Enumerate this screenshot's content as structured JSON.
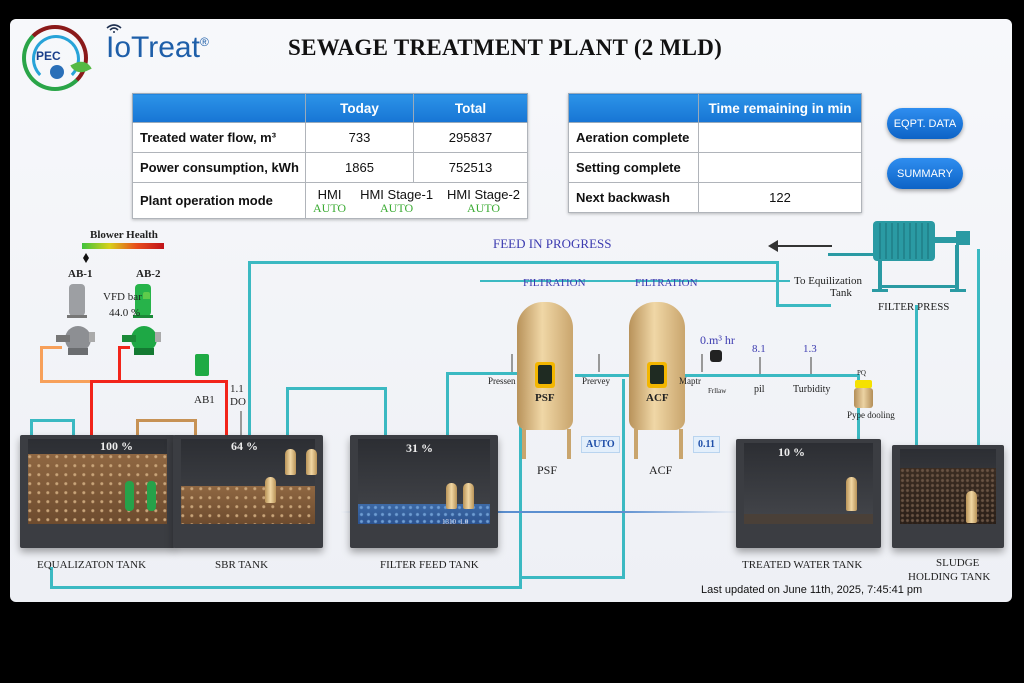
{
  "header": {
    "title": "SEWAGE TREATMENT PLANT (2 MLD)",
    "logo_text": "PEC",
    "brand": "IoTreat",
    "brand_mark": "®"
  },
  "stats_table": {
    "columns": [
      "",
      "Today",
      "Total"
    ],
    "rows": [
      {
        "label": "Treated water flow, m³",
        "today": "733",
        "total": "295837"
      },
      {
        "label": "Power consumption, kWh",
        "today": "1865",
        "total": "752513"
      }
    ],
    "mode_row": {
      "label": "Plant operation mode",
      "modes": [
        {
          "name": "HMI",
          "state": "AUTO"
        },
        {
          "name": "HMI Stage-1",
          "state": "AUTO"
        },
        {
          "name": "HMI Stage-2",
          "state": "AUTO"
        }
      ]
    }
  },
  "time_table": {
    "columns": [
      "",
      "Time remaining in min"
    ],
    "rows": [
      {
        "label": "Aeration complete",
        "value": ""
      },
      {
        "label": "Setting complete",
        "value": ""
      },
      {
        "label": "Next backwash",
        "value": "122"
      }
    ]
  },
  "buttons": {
    "eqpt_data": "EQPT. DATA",
    "summary": "SUMMARY"
  },
  "blower": {
    "health_label": "Blower Health",
    "health_level": 0.05,
    "ab1_label": "AB-1",
    "ab2_label": "AB-2",
    "vfd_label": "VFD bar",
    "vfd_value": "44.0 %",
    "valve_label": "AB1",
    "do_value": "1.1",
    "do_label": "DO"
  },
  "process": {
    "feed_status": "FEED IN PROGRESS",
    "filtration_1": "FILTRATION",
    "filtration_2": "FILTRATION",
    "psf_label": "PSF",
    "acf_label": "ACF",
    "psf_bottom": "PSF",
    "acf_bottom": "ACF",
    "psf_mode": "AUTO",
    "acf_value": "0.11",
    "pressure_1": "Pressen",
    "pressure_2": "Prervey",
    "pressure_3": "Maptr",
    "flow_value": "0.m³ hr",
    "flow_label": "Frllaw",
    "ph_value": "8.1",
    "ph_label": "pil",
    "turbidity_value": "1.3",
    "turbidity_label": "Turbidity",
    "dosing_tag": "PQ",
    "dosing_label": "Pype dooling",
    "to_eq_label_1": "To Equilization",
    "to_eq_label_2": "Tank",
    "filter_press_label": "FILTER PRESS"
  },
  "tanks": [
    {
      "name": "EQUALIZATON TANK",
      "level": "100 %"
    },
    {
      "name": "SBR TANK",
      "level": "64 %"
    },
    {
      "name": "FILTER FEED TANK",
      "level": "31 %",
      "pump_tags": "1310  1.0"
    },
    {
      "name": "TREATED WATER TANK",
      "level": "10 %"
    },
    {
      "name": "SLUDGE",
      "name2": "HOLDING TANK",
      "level": ""
    }
  ],
  "footer": {
    "last_updated": "Last updated on June 11th, 2025, 7:45:41 pm"
  },
  "colors": {
    "accent_blue": "#1775d4",
    "pipe_teal": "#3bb9c2",
    "air_red": "#f2241a",
    "auto_green": "#3bab33",
    "status_purple": "#3c3bb0"
  }
}
